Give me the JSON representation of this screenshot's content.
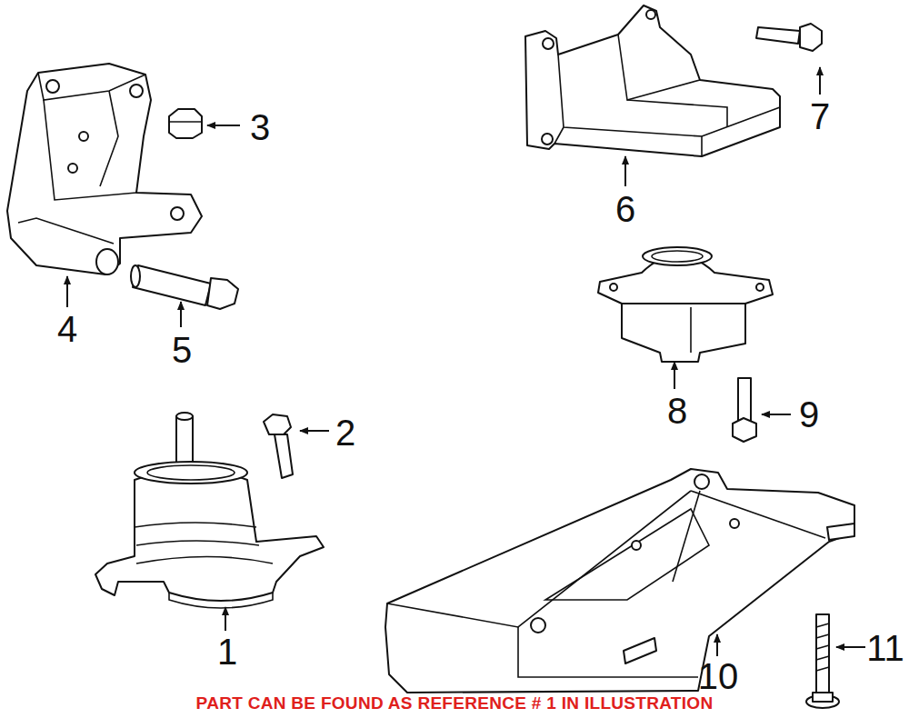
{
  "diagram": {
    "labels": [
      "3",
      "4",
      "5",
      "2",
      "1",
      "6",
      "7",
      "8",
      "9",
      "10",
      "11",
      "PART CAN BE FOUND AS REFERENCE # 1 IN ILLUSTRATION"
    ]
  }
}
